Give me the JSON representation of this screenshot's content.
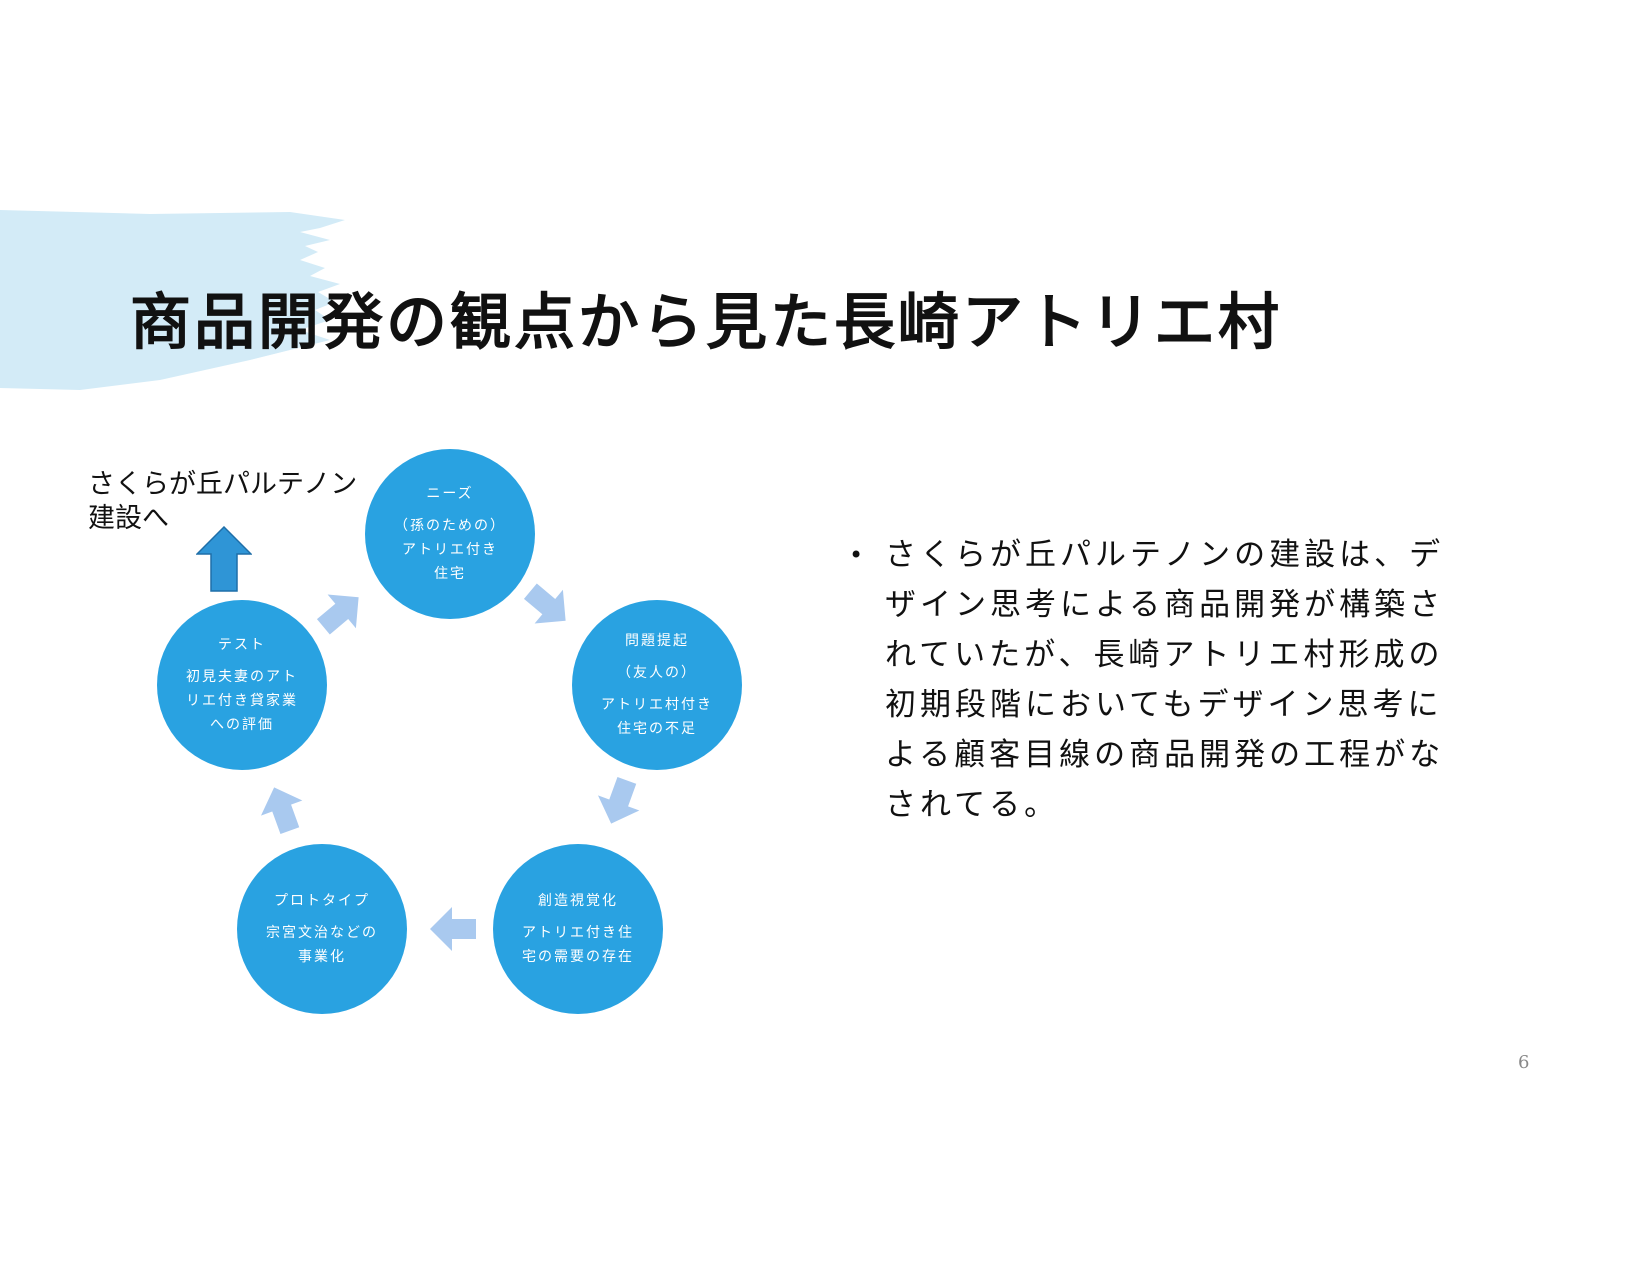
{
  "title": "商品開発の観点から見た長崎アトリエ村",
  "side_label": {
    "line1": "さくらが丘パルテノン",
    "line2": "建設へ"
  },
  "cycle": [
    {
      "head": "ニーズ",
      "lines": [
        "（孫のための）",
        "アトリエ付き住宅"
      ]
    },
    {
      "head": "問題提起",
      "lines": [
        "（友人の）",
        "アトリエ村付き住宅の不足"
      ]
    },
    {
      "head": "創造視覚化",
      "lines": [
        "アトリエ付き住宅の需要の存在"
      ]
    },
    {
      "head": "プロトタイプ",
      "lines": [
        "宗宮文治などの事業化"
      ]
    },
    {
      "head": "テスト",
      "lines": [
        "初見夫妻のアトリエ付き貸家業への評価"
      ]
    }
  ],
  "bullet": {
    "lines": [
      "さくらが丘パルテノンの建設は、デ",
      "ザイン思考による商品開発が構築さ",
      "れていたが、長崎アトリエ村形成の",
      "初期段階においてもデザイン思考に",
      "よる顧客目線の商品開発の工程がな",
      "されてる。"
    ]
  },
  "page_number": "6",
  "colors": {
    "circle": "#29a2e1",
    "arrow": "#a9c9ef",
    "brush": "#d3ebf7",
    "up_arrow": "#2f95d6"
  }
}
